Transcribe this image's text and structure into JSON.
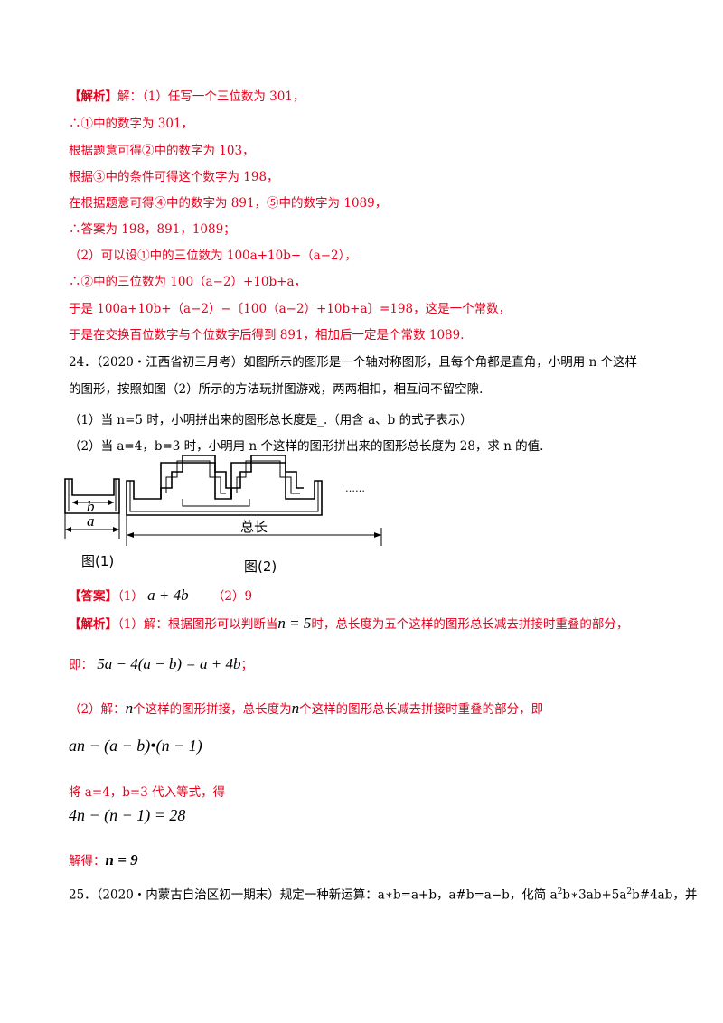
{
  "solution1": {
    "label": "【解析】",
    "lines": [
      "解：（1）任写一个三位数为 301，",
      "∴①中的数字为 301，",
      "根据题意可得②中的数字为 103，",
      "根据③中的条件可得这个数字为 198，",
      "在根据题意可得④中的数字为 891，⑤中的数字为 1089，",
      "∴答案为 198，891，1089；",
      "（2）可以设①中的三位数为 100a+10b+（a−2），",
      "∴②中的三位数为 100（a−2）+10b+a，",
      "于是 100a+10b+（a−2）−〔100（a−2）+10b+a〕=198，这是一个常数，",
      "于是在交换百位数字与个位数字后得到 891，相加后一定是个常数 1089."
    ]
  },
  "q24": {
    "line1": "24．（2020・江西省初三月考）如图所示的图形是一个轴对称图形，且每个角都是直角，小明用 n 个这样",
    "line2": "的图形，按照如图（2）所示的方法玩拼图游戏，两两相扣，相互间不留空隙.",
    "sub1": "（1）当 n=5 时，小明拼出来的图形总长度是_.（用含 a、b 的式子表示）",
    "sub2": "（2）当 a=4，b=3 时，小明用 n 个这样的图形拼出来的图形总长度为 28，求 n 的值."
  },
  "figure": {
    "label_b": "b",
    "label_a": "a",
    "label_total": "总长",
    "caption1": "图(1)",
    "caption2": "图(2)",
    "ellipsis": "……"
  },
  "answer": {
    "label": "【答案】",
    "part1": "（1）",
    "expr1": "a + 4b",
    "part2": "（2）9"
  },
  "analysis": {
    "label": "【解析】",
    "line1a": "（1）解：根据图形可以判断当",
    "line1_math": "n = 5",
    "line1b": "时，总长度为五个这样的图形总长减去拼接时重叠的部分，",
    "line2_prefix": "即：",
    "line2_math": "5a − 4(a − b) = a + 4b",
    "line2_suffix": "；",
    "line3a": "（2）解：",
    "line3_n1": "n",
    "line3b": "个这样的图形拼接，总长度为",
    "line3_n2": "n",
    "line3c": "个这样的图形总长减去拼接时重叠的部分，即",
    "formula": "an − (a − b)•(n − 1)",
    "substitute": "将 a=4，b=3 代入等式，得",
    "equation": "4n − (n − 1) = 28",
    "result_prefix": "解得：",
    "result_math": "n = 9"
  },
  "q25": {
    "line1a": "25．（2020・内蒙古自治区初一期末）规定一种新运算：a∗b=a+b，a#b=a−b，化简 a",
    "sup1": "2",
    "line1b": "b∗3ab+5a",
    "sup2": "2",
    "line1c": "b#4ab，并"
  }
}
